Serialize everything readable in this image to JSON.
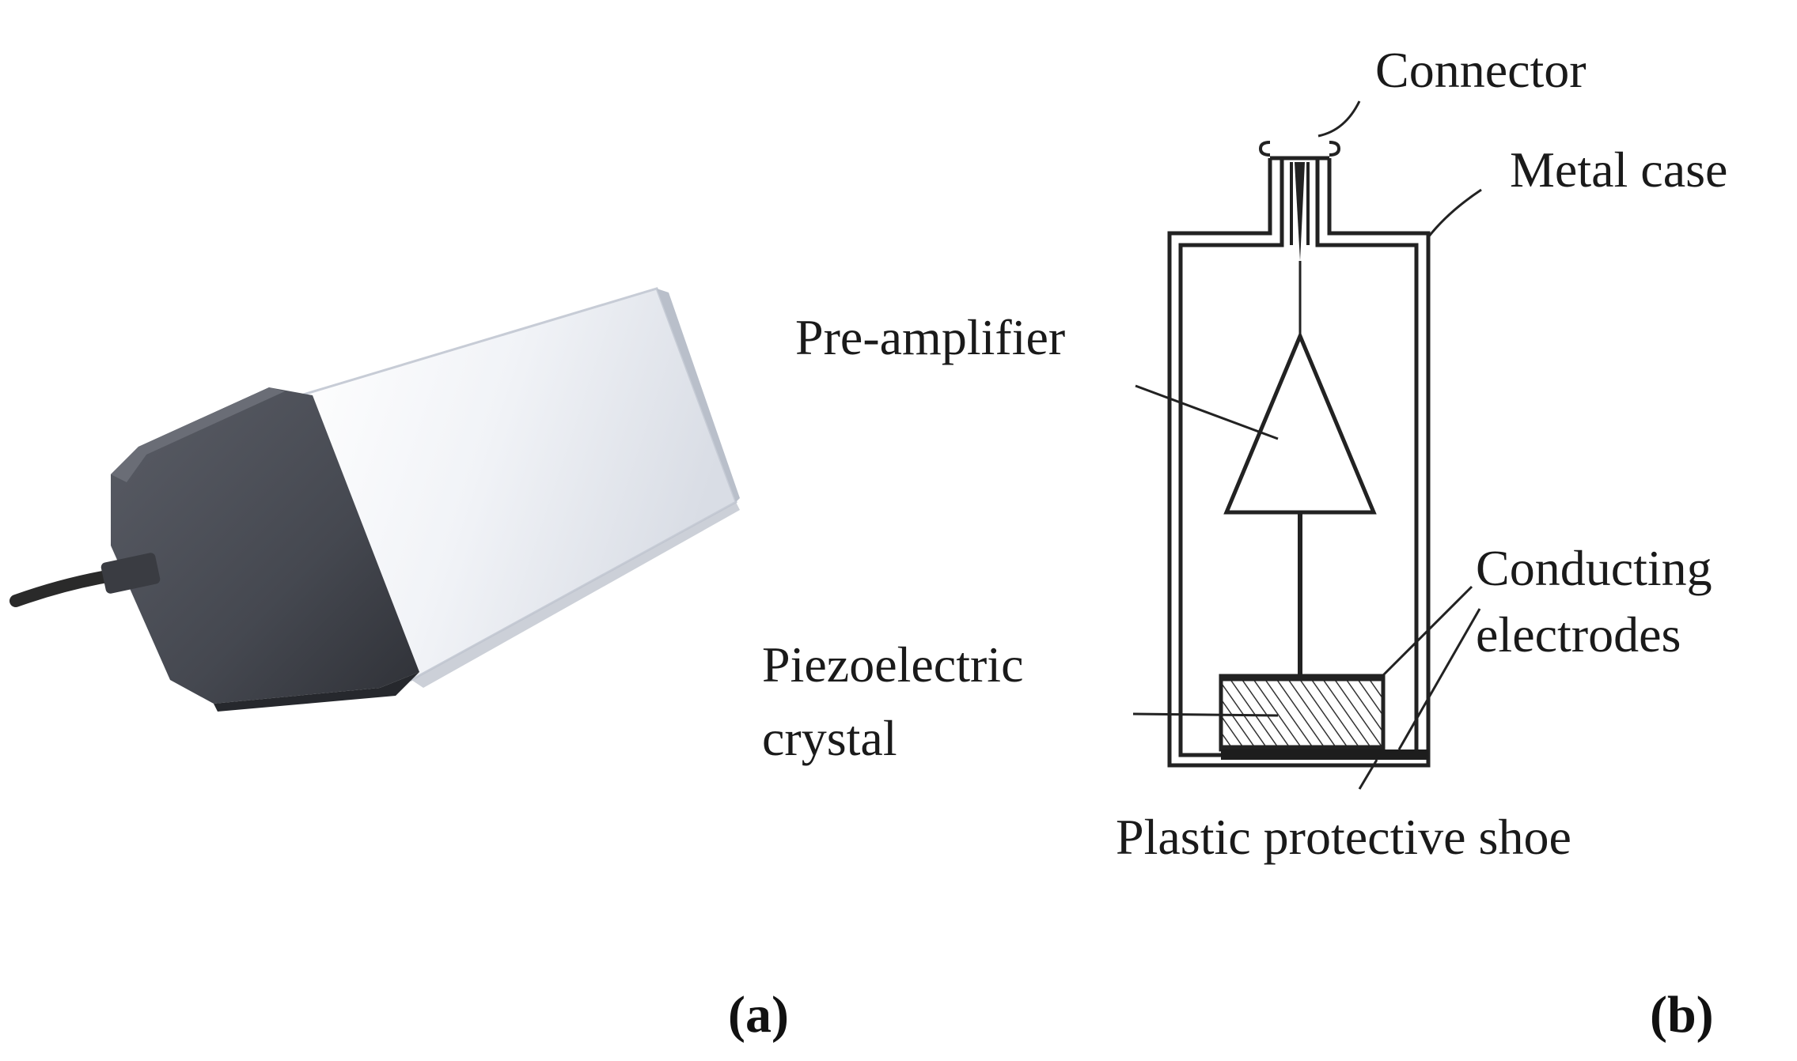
{
  "panels": {
    "a": {
      "label": "(a)"
    },
    "b": {
      "label": "(b)"
    }
  },
  "diagram": {
    "labels": {
      "connector": "Connector",
      "metal_case": "Metal case",
      "pre_amplifier": "Pre-amplifier",
      "conducting_line1": "Conducting",
      "conducting_line2": "electrodes",
      "piezo_line1": "Piezoelectric",
      "piezo_line2": "crystal",
      "shoe": "Plastic protective shoe"
    }
  },
  "colors": {
    "ink": "#222222",
    "sensor_body": "#4a4d55",
    "sensor_body_dark": "#2f3137",
    "shoe_tint": "#e7eaf0",
    "cable": "#2a2a2a"
  }
}
